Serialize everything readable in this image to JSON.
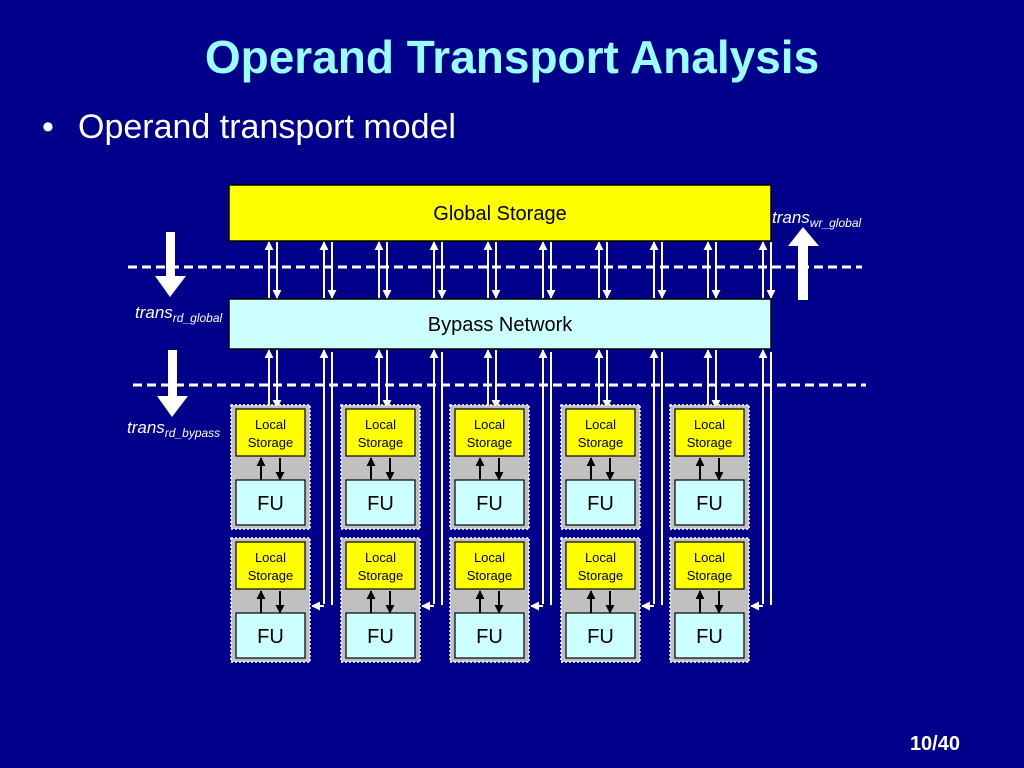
{
  "slide": {
    "title": "Operand Transport Analysis",
    "bullet": "Operand transport model",
    "page_number": "10/40"
  },
  "diagram": {
    "global_storage_label": "Global Storage",
    "bypass_network_label": "Bypass Network",
    "local_storage_label": [
      "Local",
      "Storage"
    ],
    "fu_label": "FU",
    "columns": 5,
    "rows": 2,
    "trans_labels": {
      "wr_global": {
        "base": "trans",
        "sub": "wr_global"
      },
      "rd_global": {
        "base": "trans",
        "sub": "rd_global"
      },
      "rd_bypass": {
        "base": "trans",
        "sub": "rd_bypass"
      }
    },
    "colors": {
      "background": "#00008b",
      "title": "#99ffff",
      "global_storage": "#ffff00",
      "bypass_network": "#ccffff",
      "local_storage": "#ffff00",
      "fu": "#ccffff",
      "unit_panel": "#c0c0c0",
      "dashed_line": "#ffffff"
    }
  }
}
